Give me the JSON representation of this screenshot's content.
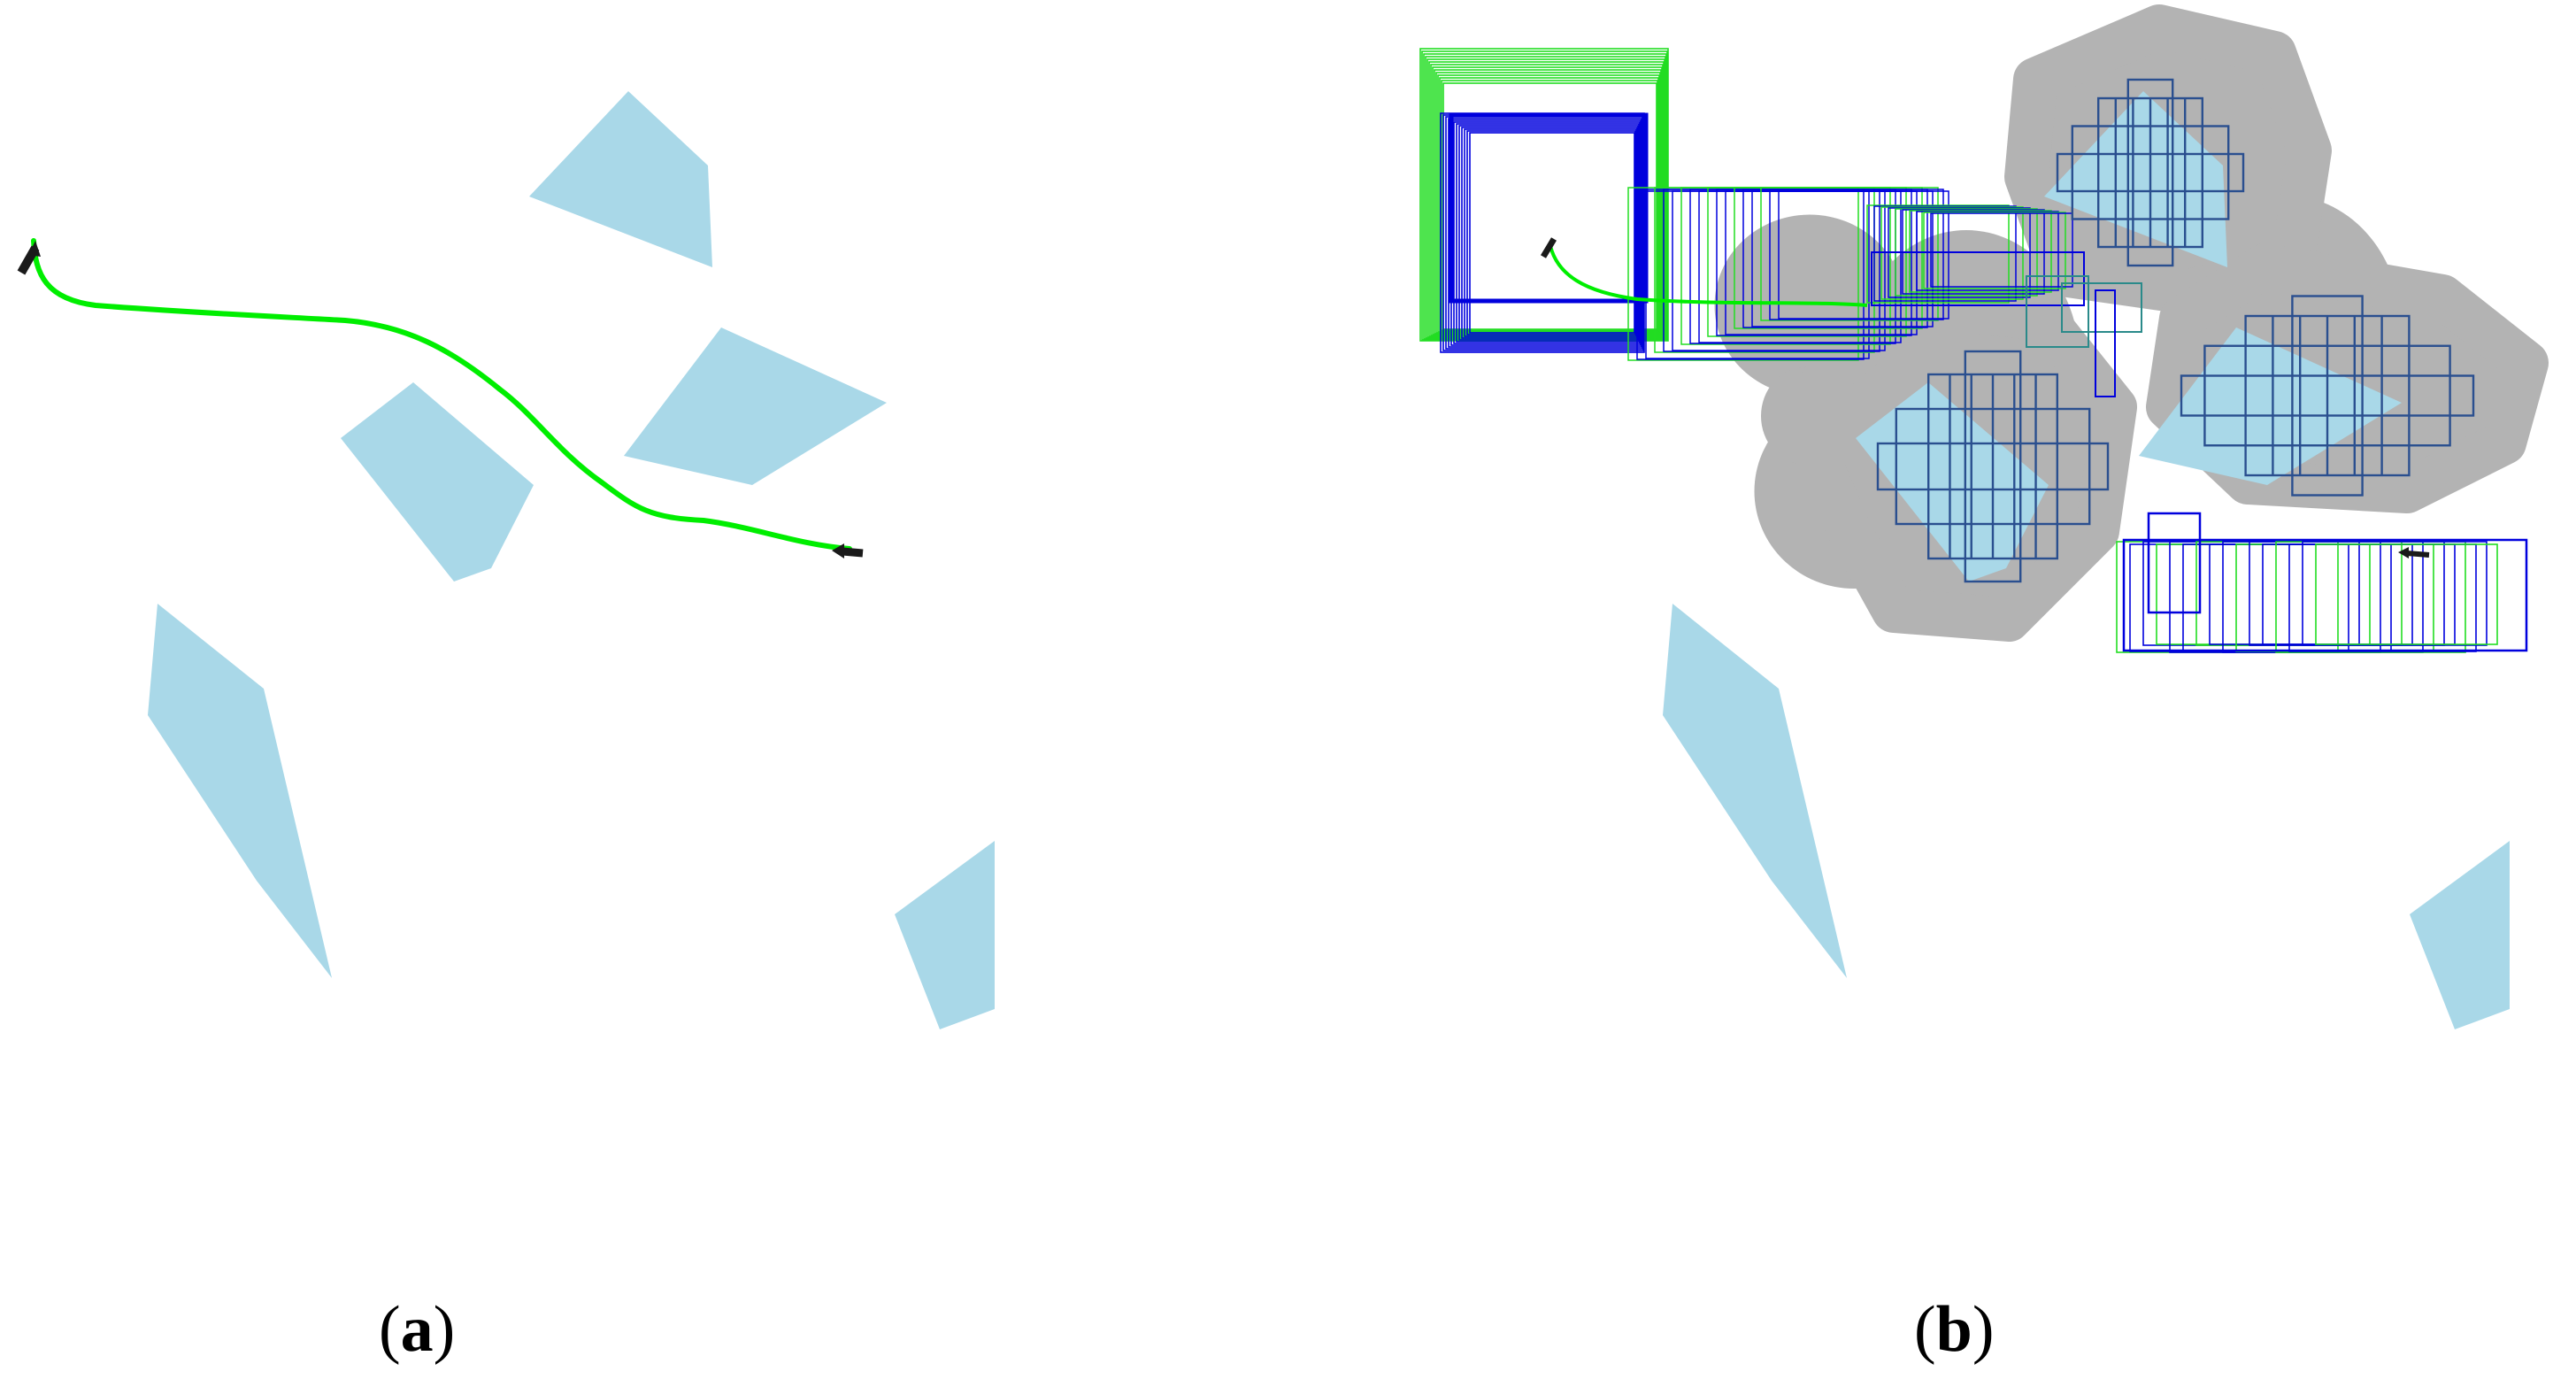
{
  "panels": [
    {
      "id": "a",
      "caption_open": "(",
      "caption_label": "a",
      "caption_close": ")"
    },
    {
      "id": "b",
      "caption_open": "(",
      "caption_label": "b",
      "caption_close": ")"
    }
  ],
  "colors": {
    "obstacle": "#a9d8e8",
    "path": "#00ee00",
    "robot": "#1a1a1a",
    "inflation": "#b3b3b3",
    "box_blue": "#0000dd",
    "box_green": "#22dd22",
    "box_navy": "#2a4f8f",
    "box_teal": "#2a8a8a"
  }
}
